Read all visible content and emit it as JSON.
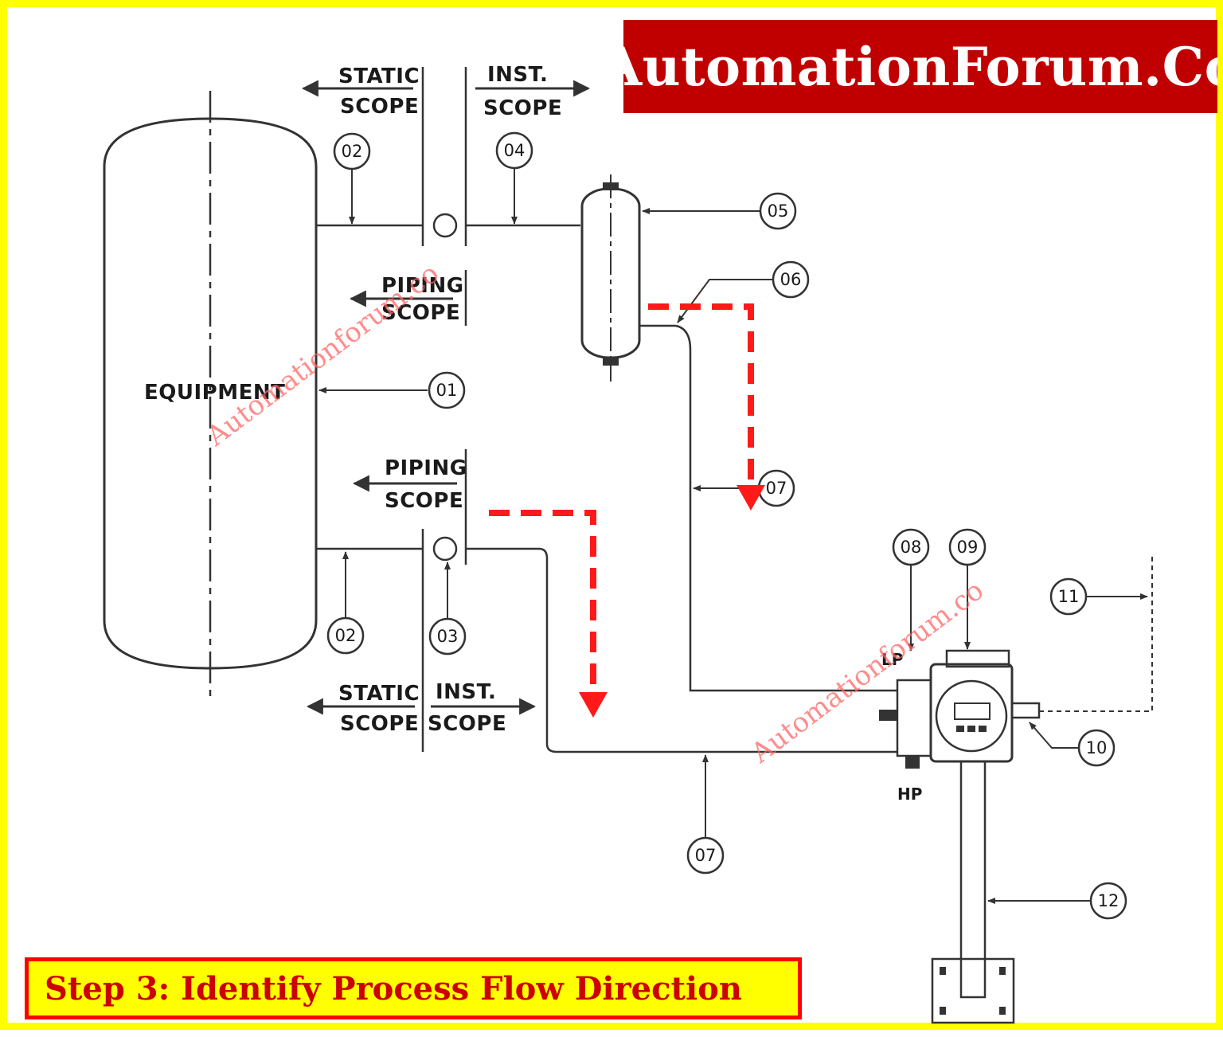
{
  "banner": {
    "text": "AutomationForum.Co"
  },
  "step_caption": {
    "text": "Step 3: Identify Process Flow Direction"
  },
  "labels": {
    "equipment": "EQUIPMENT",
    "static": "STATIC",
    "scope": "SCOPE",
    "inst": "INST.",
    "piping": "PIPING",
    "lp": "LP",
    "hp": "HP"
  },
  "callouts": {
    "c01": "01",
    "c02": "02",
    "c03": "03",
    "c04": "04",
    "c05": "05",
    "c06": "06",
    "c07": "07",
    "c08": "08",
    "c09": "09",
    "c10": "10",
    "c11": "11",
    "c12": "12"
  },
  "watermarks": {
    "text": "Automationforum.co"
  },
  "colors": {
    "frame": "#ffff00",
    "banner_bg": "#c00000",
    "flow_arrow": "#ff0000",
    "watermark": "#ff6666",
    "line": "#333333"
  }
}
